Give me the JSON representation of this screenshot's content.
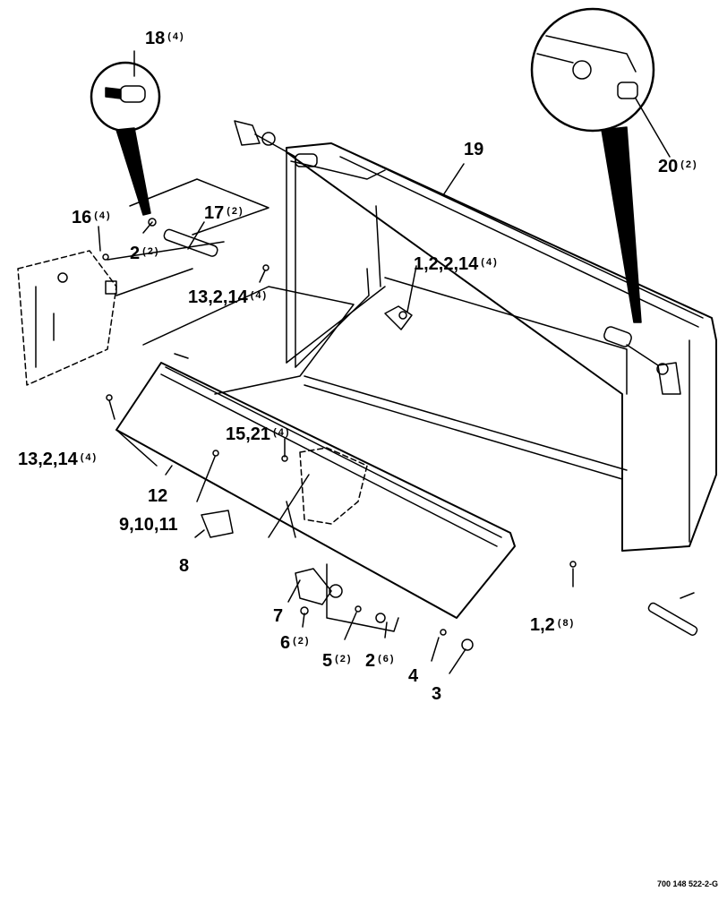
{
  "drawing_number": "700 148 522-2-G",
  "labels": {
    "l18": {
      "num": "18",
      "qty": "(4)"
    },
    "l19": {
      "num": "19",
      "qty": ""
    },
    "l20": {
      "num": "20",
      "qty": "(2)"
    },
    "l16": {
      "num": "16",
      "qty": "(4)"
    },
    "l17": {
      "num": "17",
      "qty": "(2)"
    },
    "l2a": {
      "num": "2",
      "qty": "(2)"
    },
    "l13a": {
      "num": "13,2,14",
      "qty": "(4)"
    },
    "l1214": {
      "num": "1,2,2,14",
      "qty": "(4)"
    },
    "l13b": {
      "num": "13,2,14",
      "qty": "(4)"
    },
    "l1521": {
      "num": "15,21",
      "qty": "(4)"
    },
    "l12": {
      "num": "12",
      "qty": ""
    },
    "l91011": {
      "num": "9,10,11",
      "qty": ""
    },
    "l8": {
      "num": "8",
      "qty": ""
    },
    "l7": {
      "num": "7",
      "qty": ""
    },
    "l6": {
      "num": "6",
      "qty": "(2)"
    },
    "l5": {
      "num": "5",
      "qty": "(2)"
    },
    "l2b": {
      "num": "2",
      "qty": "(6)"
    },
    "l4": {
      "num": "4",
      "qty": ""
    },
    "l3": {
      "num": "3",
      "qty": ""
    },
    "l12b": {
      "num": "1,2",
      "qty": "(8)"
    }
  }
}
